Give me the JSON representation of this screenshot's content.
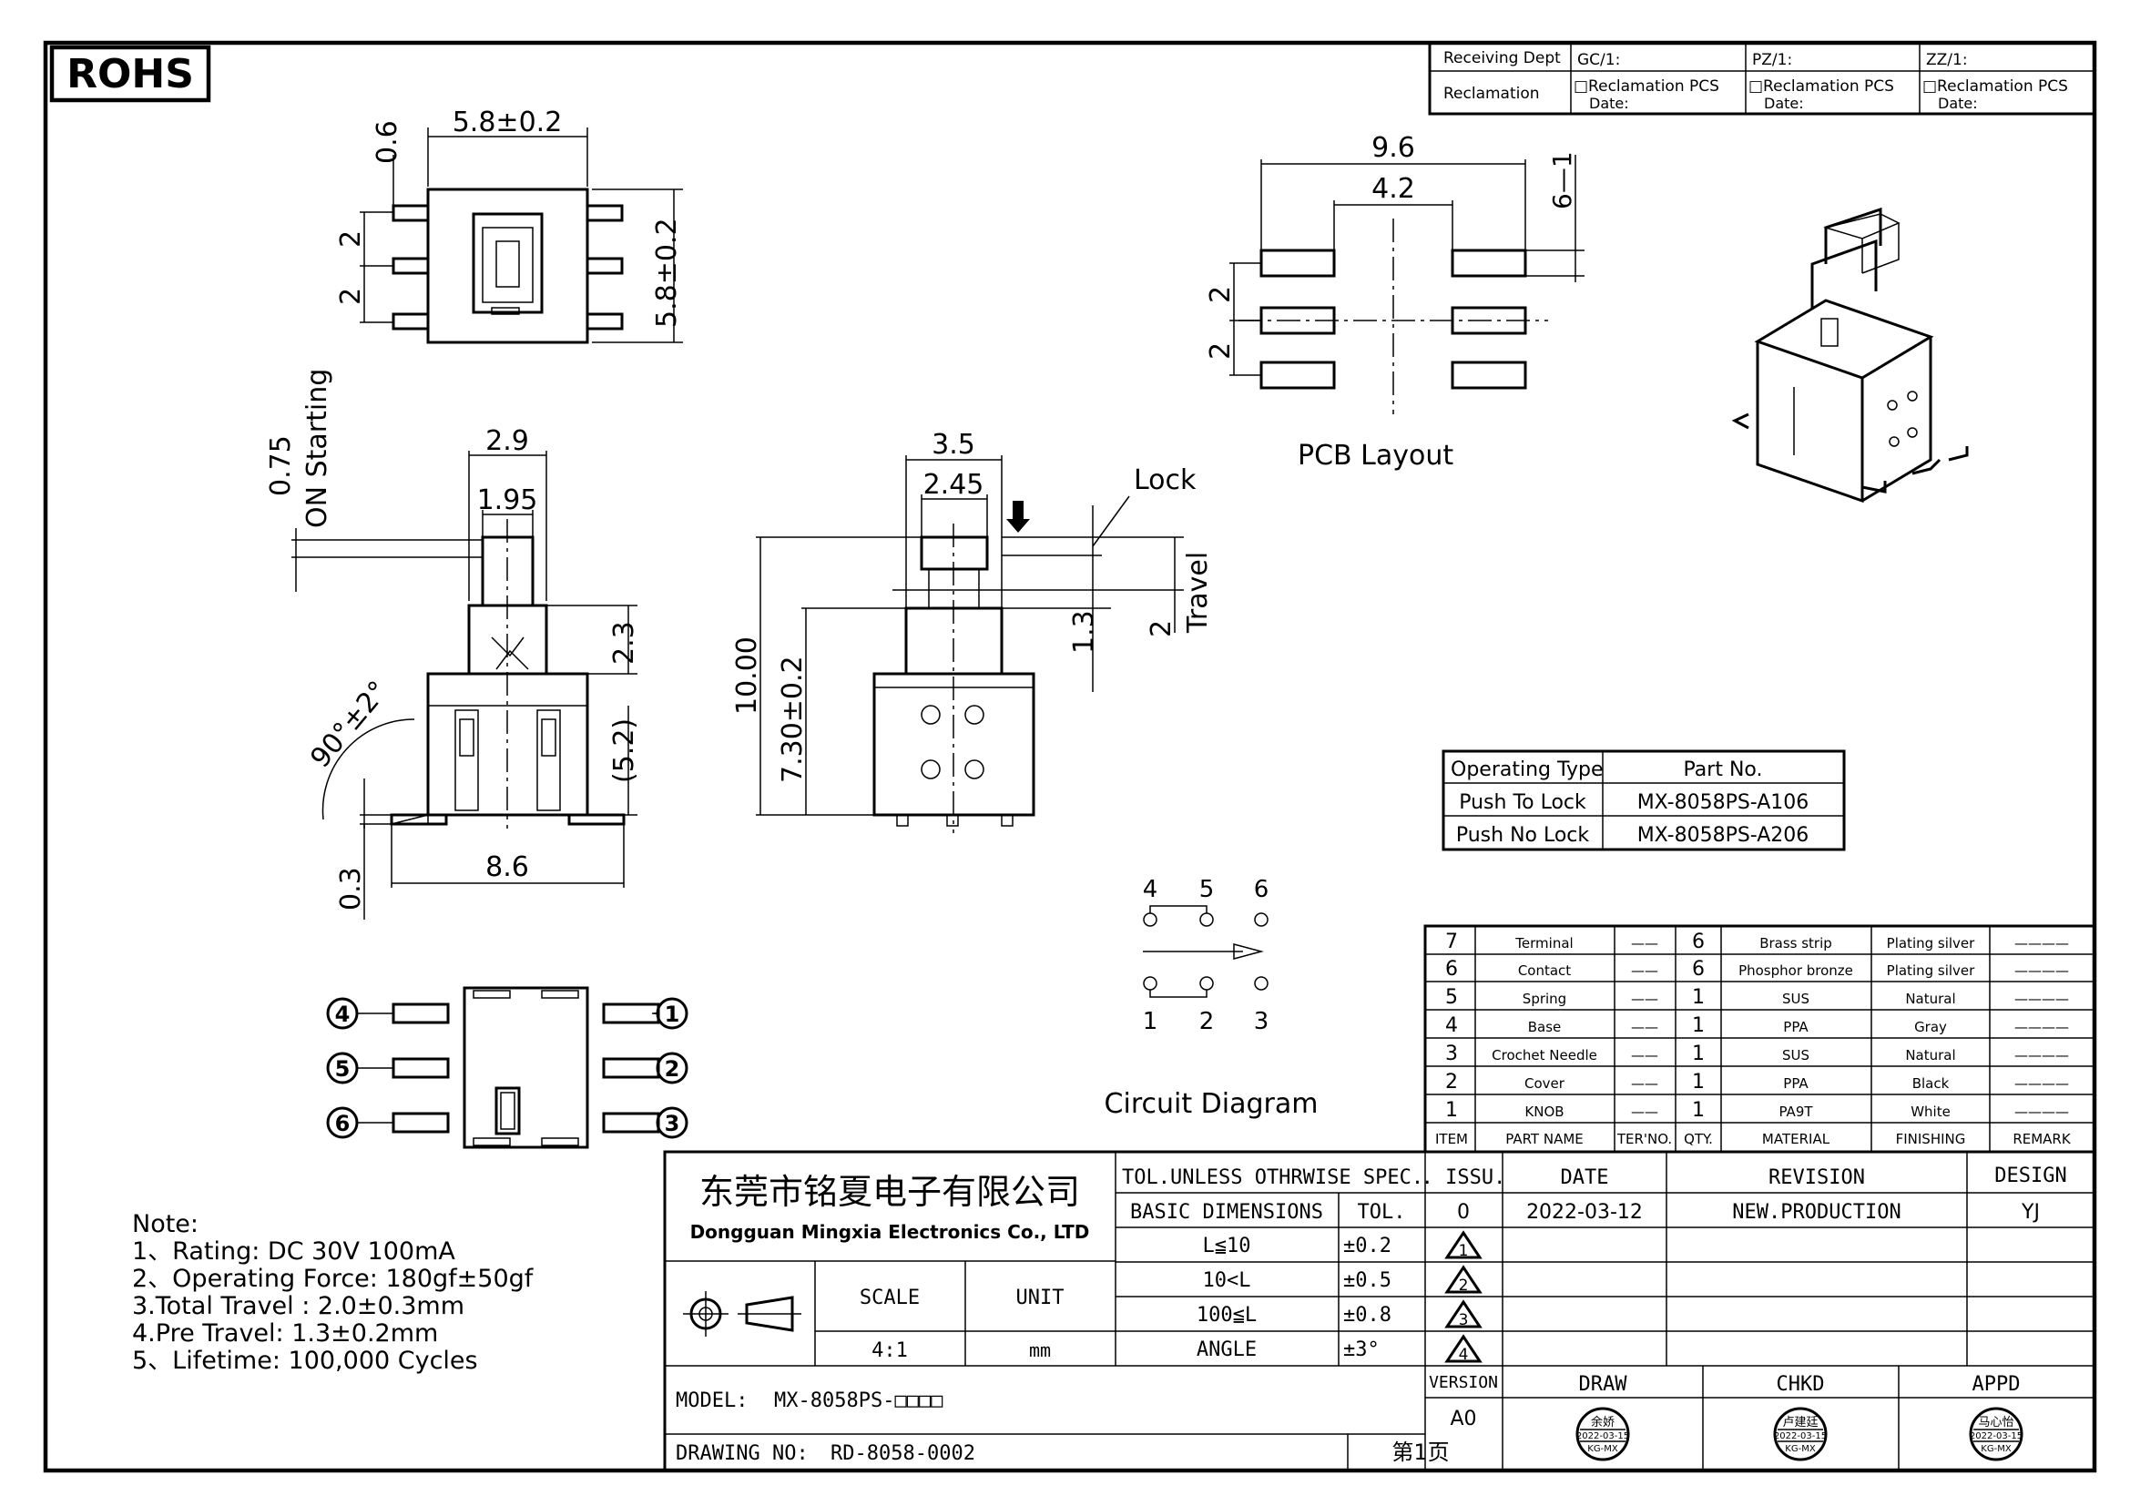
{
  "logo": "ROHS",
  "receiving": {
    "dept_label": "Receiving Dept",
    "reclamation_label": "Reclamation",
    "cols": [
      {
        "head": "GC/1:",
        "line1": "□Reclamation  PCS",
        "line2": "Date:"
      },
      {
        "head": "PZ/1:",
        "line1": "□Reclamation  PCS",
        "line2": "Date:"
      },
      {
        "head": "ZZ/1:",
        "line1": "□Reclamation  PCS",
        "line2": "Date:"
      }
    ]
  },
  "top_view": {
    "dim_width": "5.8±0.2",
    "dim_height": "5.8±0.2",
    "dim_pin": "0.6",
    "dim_pitch1": "2",
    "dim_pitch2": "2"
  },
  "side_view": {
    "dim_on": "0.75",
    "label_on": "ON  Starting",
    "dim_w1": "2.9",
    "dim_w2": "1.95",
    "dim_23": "2.3",
    "dim_52": "(5.2)",
    "dim_angle": "90°±2°",
    "dim_03": "0.3",
    "dim_86": "8.6"
  },
  "front_view": {
    "dim_35": "3.5",
    "dim_245": "2.45",
    "lock": "Lock",
    "dim_10": "10.00",
    "dim_73": "7.30±0.2",
    "dim_13": "1.3",
    "dim_travel": "2",
    "travel": "Travel"
  },
  "pcb": {
    "dim_96": "9.6",
    "dim_42": "4.2",
    "dim_61": "6—1",
    "dim_2a": "2",
    "dim_2b": "2",
    "title": "PCB  Layout"
  },
  "circuit": {
    "top": [
      "4",
      "5",
      "6"
    ],
    "bottom": [
      "1",
      "2",
      "3"
    ],
    "title": "Circuit  Diagram"
  },
  "bottom_view": {
    "left": [
      "4",
      "5",
      "6"
    ],
    "right": [
      "1",
      "2",
      "3"
    ]
  },
  "part_table": {
    "headers": [
      "Operating  Type",
      "Part  No."
    ],
    "rows": [
      [
        "Push  To  Lock",
        "MX-8058PS-A106"
      ],
      [
        "Push  No  Lock",
        "MX-8058PS-A206"
      ]
    ]
  },
  "bom": {
    "rows": [
      [
        "7",
        "Terminal",
        "——",
        "6",
        "Brass strip",
        "Plating silver",
        "————"
      ],
      [
        "6",
        "Contact",
        "——",
        "6",
        "Phosphor bronze",
        "Plating silver",
        "————"
      ],
      [
        "5",
        "Spring",
        "——",
        "1",
        "SUS",
        "Natural",
        "————"
      ],
      [
        "4",
        "Base",
        "——",
        "1",
        "PPA",
        "Gray",
        "————"
      ],
      [
        "3",
        "Crochet Needle",
        "——",
        "1",
        "SUS",
        "Natural",
        "————"
      ],
      [
        "2",
        "Cover",
        "——",
        "1",
        "PPA",
        "Black",
        "————"
      ],
      [
        "1",
        "KNOB",
        "——",
        "1",
        "PA9T",
        "White",
        "————"
      ]
    ],
    "headers": [
      "ITEM",
      "PART NAME",
      "TER'NO.",
      "QTY.",
      "MATERIAL",
      "FINISHING",
      "REMARK"
    ]
  },
  "notes": {
    "title": "Note:",
    "items": [
      "1、Rating:  DC  30V  100mA",
      "2、Operating  Force:  180gf±50gf",
      "3.Total  Travel  :  2.0±0.3mm",
      "4.Pre  Travel:  1.3±0.2mm",
      "5、Lifetime:    100,000  Cycles"
    ]
  },
  "title_block": {
    "company_cn": "东莞市铭夏电子有限公司",
    "company_en": "Dongguan Mingxia Electronics Co., LTD",
    "tol_title": "TOL.UNLESS OTHRWISE SPEC.",
    "basic_dim": "BASIC DIMENSIONS",
    "tol": "TOL.",
    "tol_rows": [
      [
        "L≦10",
        "±0.2"
      ],
      [
        "10<L",
        "±0.5"
      ],
      [
        "100≦L",
        "±0.8"
      ],
      [
        "ANGLE",
        "±3°"
      ]
    ],
    "scale_label": "SCALE",
    "scale_value": "4:1",
    "unit_label": "UNIT",
    "unit_value": "mm",
    "issu": ". ISSU.",
    "date": "DATE",
    "revision": "REVISION",
    "design": "DESIGN",
    "issue_no": "0",
    "issue_date": "2022-03-12",
    "issue_rev": "NEW.PRODUCTION",
    "issue_design": "YJ",
    "rev_marks": [
      "1",
      "2",
      "3",
      "4"
    ],
    "model_label": "MODEL:",
    "model_value": "MX-8058PS-□□□□",
    "version_label": "VERSION",
    "version_value": "A0",
    "drawing_label": "DRAWING NO:",
    "drawing_value": "RD-8058-0002",
    "page": "第1页",
    "draw": "DRAW",
    "chkd": "CHKD",
    "appd": "APPD",
    "stamps": [
      {
        "name": "余娇",
        "date": "2022-03-15",
        "code": "KG-MX"
      },
      {
        "name": "卢建廷",
        "date": "2022-03-15",
        "code": "KG-MX"
      },
      {
        "name": "马心怡",
        "date": "2022-03-15",
        "code": "KG-MX"
      }
    ]
  }
}
